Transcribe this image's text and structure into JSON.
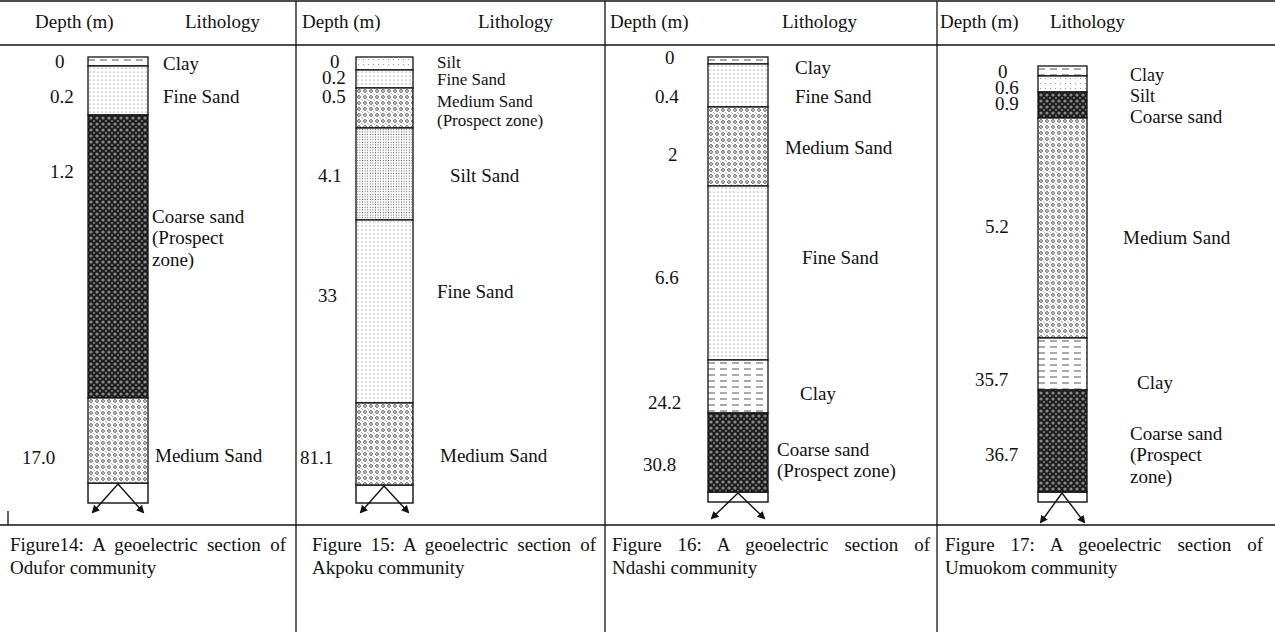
{
  "diagram": {
    "nodes": [
      {
        "text": [
          "Clay"
        ]
      },
      {
        "text": [
          "Fine Sand"
        ]
      },
      {
        "text": [
          "Coarse sand (Prospect zone)"
        ]
      },
      {
        "text": [
          "Medium Sand"
        ]
      },
      {
        "text": [
          "Silt"
        ]
      },
      {
        "text": [
          "Fine Sand"
        ]
      },
      {
        "text": [
          "Medium Sand (Prospect zone)"
        ]
      },
      {
        "text": [
          "Silt Sand"
        ]
      },
      {
        "text": [
          "Fine Sand"
        ]
      },
      {
        "text": [
          "Medium Sand"
        ]
      },
      {
        "text": [
          "Clay"
        ]
      },
      {
        "text": [
          "Fine Sand"
        ]
      },
      {
        "text": [
          "Medium Sand"
        ]
      },
      {
        "text": [
          "Fine Sand"
        ]
      },
      {
        "text": [
          "Clay"
        ]
      },
      {
        "text": [
          "Coarse sand (Prospect zone)"
        ]
      },
      {
        "text": [
          "Clay"
        ]
      },
      {
        "text": [
          "Silt"
        ]
      },
      {
        "text": [
          "Coarse sand"
        ]
      },
      {
        "text": [
          "Medium Sand"
        ]
      },
      {
        "text": [
          "Clay"
        ]
      },
      {
        "text": [
          "Coarse sand (Prospect zone)"
        ]
      }
    ],
    "labels": [
      "Depth (m)",
      "Lithology",
      "0",
      "0.2",
      "1.2",
      "17.0",
      "Figure14: A geoelectric section of Odufor community",
      "Depth (m)",
      "Lithology",
      "0",
      "0.2",
      "0.5",
      "4.1",
      "33",
      "81.1",
      "Figure 15: A geoelectric section of Akpoku community",
      "Depth (m)",
      "Lithology",
      "0",
      "0.4",
      "2",
      "6.6",
      "24.2",
      "30.8",
      "Figure 16: A geoelectric section of Ndashi community",
      "Depth (m)",
      "Lithology",
      "0",
      "0.6",
      "0.9",
      "5.2",
      "35.7",
      "36.7",
      "Figure 17: A geoelectric section of Umuokom community"
    ]
  }
}
